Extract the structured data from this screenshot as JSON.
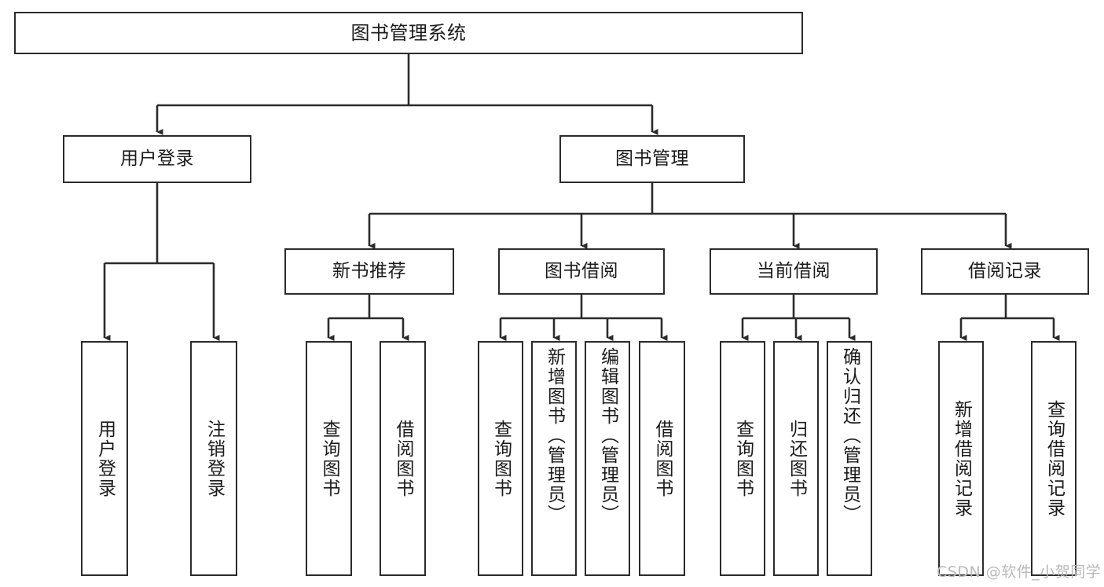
{
  "diagram": {
    "title": "图书管理系统",
    "type": "tree-hierarchy-diagram",
    "colors": {
      "box_border": "#2b2b2b",
      "box_fill": "#ffffff",
      "connector": "#2b2b2b",
      "text": "#1b1b1b",
      "background": "#ffffff",
      "watermark": "#b9b9b9"
    },
    "root": {
      "label": "图书管理系统"
    },
    "level2": [
      {
        "id": "user-login",
        "label": "用户登录"
      },
      {
        "id": "book-management",
        "label": "图书管理"
      }
    ],
    "level3": [
      {
        "id": "new-book-recommend",
        "label": "新书推荐"
      },
      {
        "id": "book-borrow",
        "label": "图书借阅"
      },
      {
        "id": "current-borrow",
        "label": "当前借阅"
      },
      {
        "id": "borrow-record",
        "label": "借阅记录"
      }
    ],
    "leaves": {
      "user_login": [
        {
          "id": "leaf-user-login",
          "label": "用户登录"
        },
        {
          "id": "leaf-logout-login",
          "label": "注销登录"
        }
      ],
      "new_book_recommend": [
        {
          "id": "leaf-query-book-1",
          "label": "查询图书"
        },
        {
          "id": "leaf-borrow-book-1",
          "label": "借阅图书"
        }
      ],
      "book_borrow": [
        {
          "id": "leaf-query-book-2",
          "label": "查询图书"
        },
        {
          "id": "leaf-add-book-admin",
          "label": "新增图书（管理员）"
        },
        {
          "id": "leaf-edit-book-admin",
          "label": "编辑图书（管理员）"
        },
        {
          "id": "leaf-borrow-book-2",
          "label": "借阅图书"
        }
      ],
      "current_borrow": [
        {
          "id": "leaf-query-book-3",
          "label": "查询图书"
        },
        {
          "id": "leaf-return-book",
          "label": "归还图书"
        },
        {
          "id": "leaf-confirm-return-admin",
          "label": "确认归还（管理员）"
        }
      ],
      "borrow_record": [
        {
          "id": "leaf-add-borrow-record",
          "label": "新增借阅记录"
        },
        {
          "id": "leaf-query-borrow-record",
          "label": "查询借阅记录"
        }
      ]
    },
    "watermark": "CSDN @软件_小贺同学"
  }
}
